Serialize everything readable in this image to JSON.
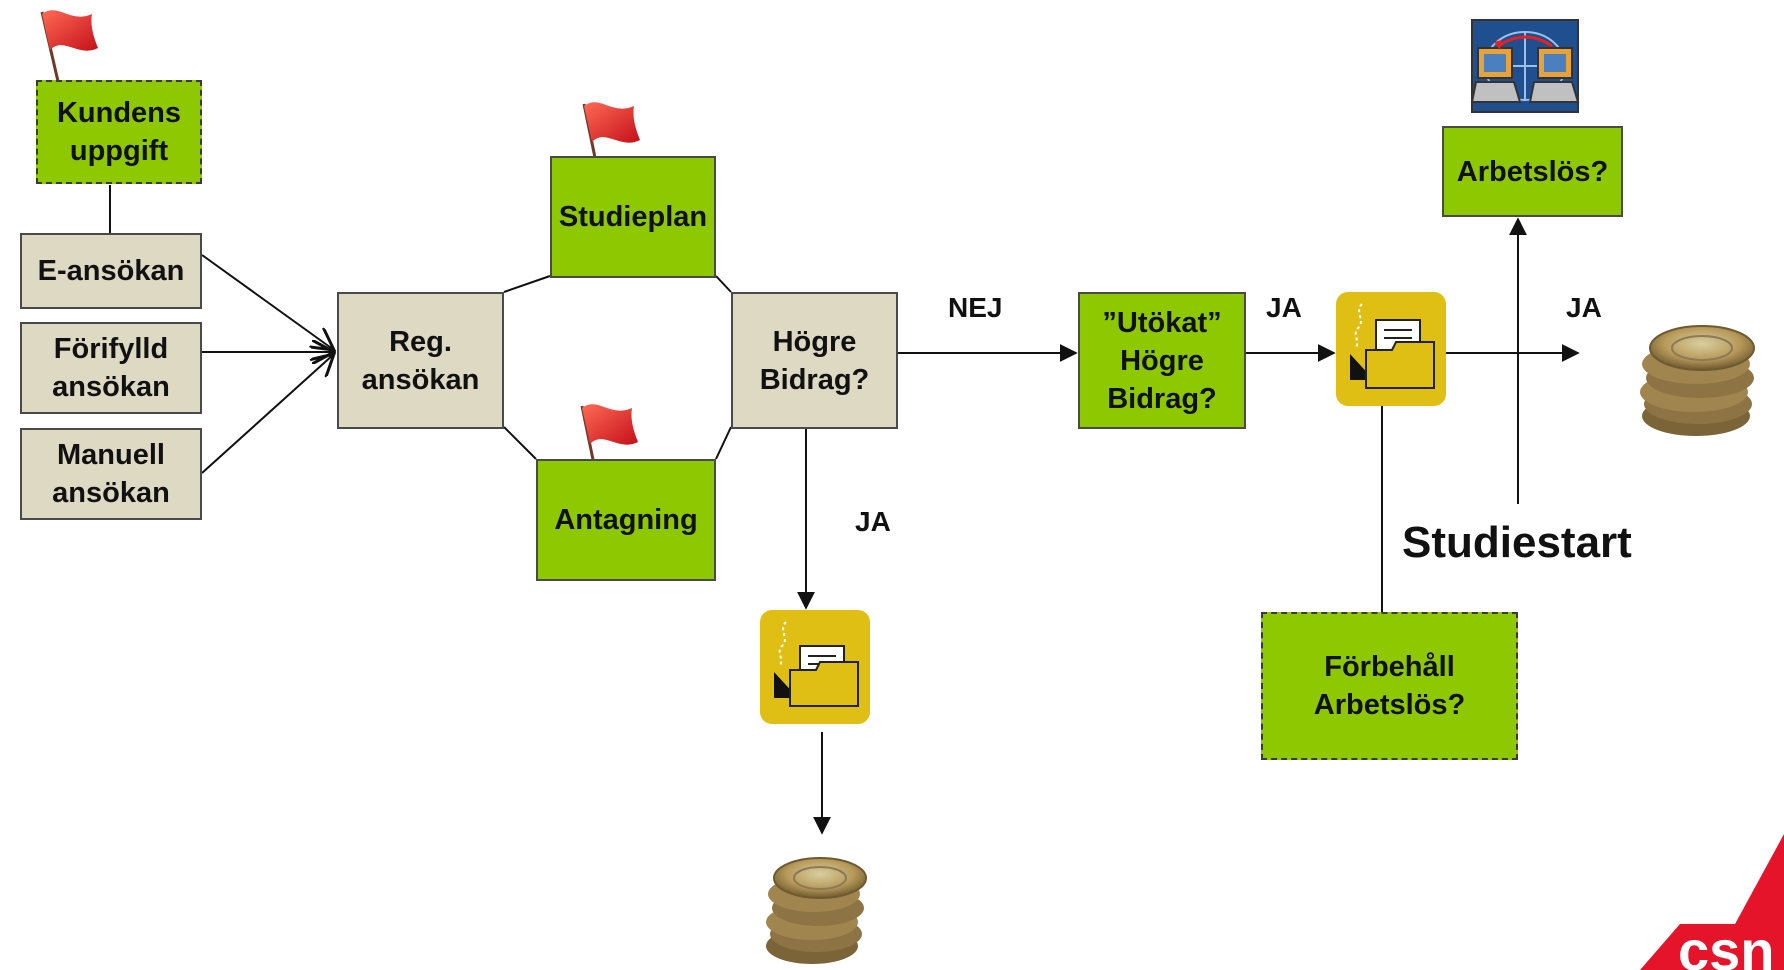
{
  "boxes": {
    "kundens": "Kundens\nuppgift",
    "e_ansokan": "E-ansökan",
    "forifylld": "Förifylld\nansökan",
    "manuell": "Manuell\nansökan",
    "reg": "Reg.\nansökan",
    "studieplan": "Studieplan",
    "antagning": "Antagning",
    "hogre": "Högre\nBidrag?",
    "utokat": "”Utökat”\nHögre\nBidrag?",
    "arbetslos": "Arbetslös?",
    "forbehall": "Förbehåll\nArbetslös?"
  },
  "labels": {
    "nej": "NEJ",
    "ja_1": "JA",
    "ja_2": "JA",
    "ja_down": "JA",
    "studiestart": "Studiestart"
  },
  "logo_text": "csn",
  "colors": {
    "green": "#8dc800",
    "beige": "#ddd9c3",
    "flag_red": "#e8202a",
    "folder_yellow": "#e0bf14",
    "csn_red": "#e5142b"
  },
  "icons": [
    "flag-icon",
    "folder-icon",
    "coins-icon",
    "computer-transfer-icon"
  ]
}
